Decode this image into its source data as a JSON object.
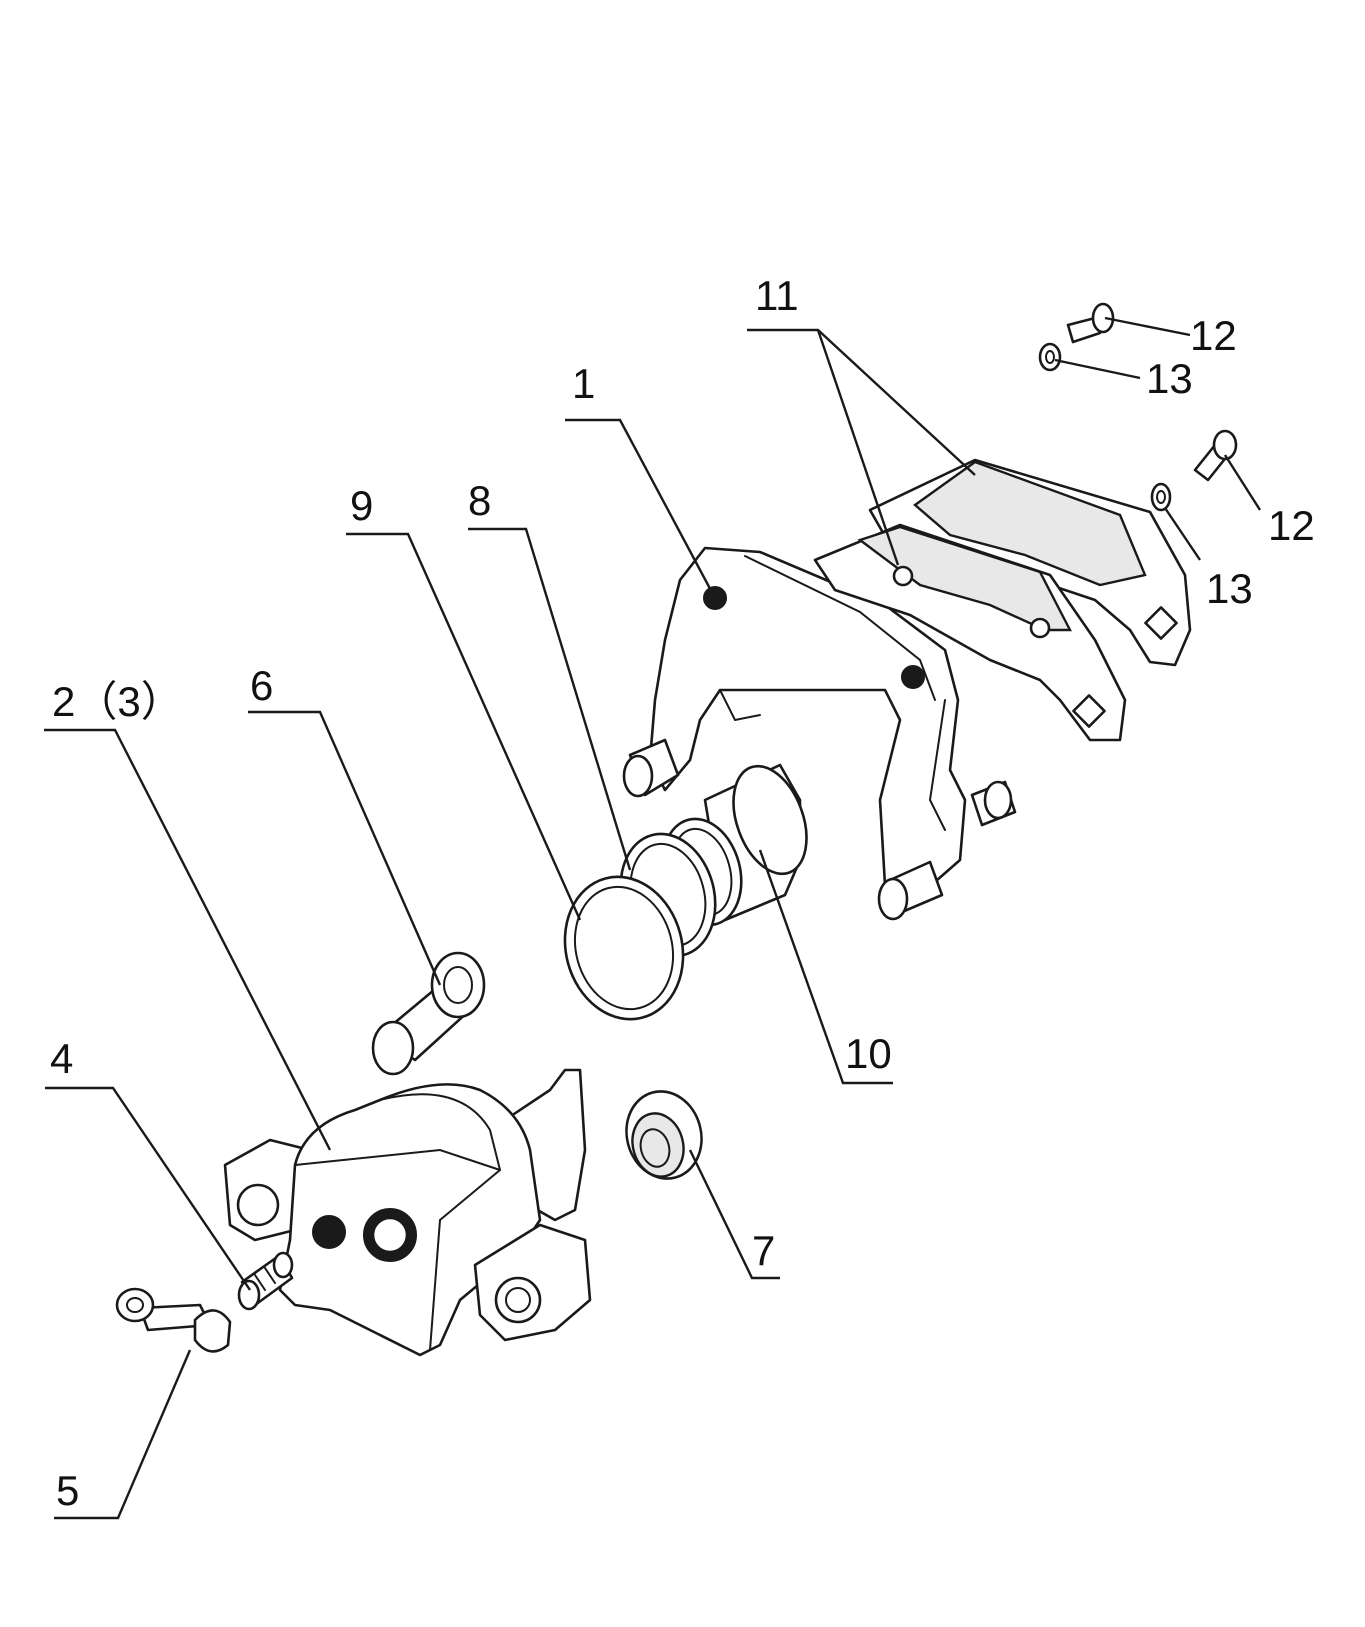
{
  "callouts": [
    {
      "id": "1",
      "label": "1"
    },
    {
      "id": "2",
      "label": "2（3）"
    },
    {
      "id": "4",
      "label": "4"
    },
    {
      "id": "5",
      "label": "5"
    },
    {
      "id": "6",
      "label": "6"
    },
    {
      "id": "7",
      "label": "7"
    },
    {
      "id": "8",
      "label": "8"
    },
    {
      "id": "9",
      "label": "9"
    },
    {
      "id": "10",
      "label": "10"
    },
    {
      "id": "11",
      "label": "11"
    },
    {
      "id": "12a",
      "label": "12"
    },
    {
      "id": "12b",
      "label": "12"
    },
    {
      "id": "13a",
      "label": "13"
    },
    {
      "id": "13b",
      "label": "13"
    }
  ]
}
